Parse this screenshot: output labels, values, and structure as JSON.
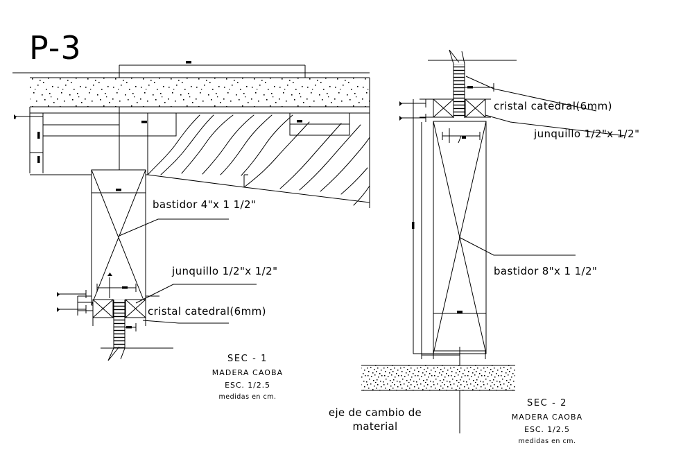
{
  "drawing": {
    "title": "P-3",
    "type": "architectural-section-detail"
  },
  "labels": {
    "left": {
      "bastidor": "bastidor 4\"x 1 1/2\"",
      "junquillo": "junquillo 1/2\"x 1/2\"",
      "cristal": "cristal catedral(6mm)"
    },
    "right": {
      "cristal": "cristal catedral(6mm)",
      "junquillo": "junquillo 1/2\"x 1/2\"",
      "bastidor": "bastidor 8\"x 1 1/2\""
    },
    "axis_note_line1": "eje de cambio de",
    "axis_note_line2": "material"
  },
  "titleblocks": {
    "left": {
      "section": "SEC - 1",
      "material": "MADERA CAOBA",
      "scale": "ESC. 1/2.5",
      "units": "medidas en cm."
    },
    "right": {
      "section": "SEC - 2",
      "material": "MADERA CAOBA",
      "scale": "ESC. 1/2.5",
      "units": "medidas en cm."
    }
  },
  "colors": {
    "line": "#000000",
    "background": "#ffffff"
  }
}
